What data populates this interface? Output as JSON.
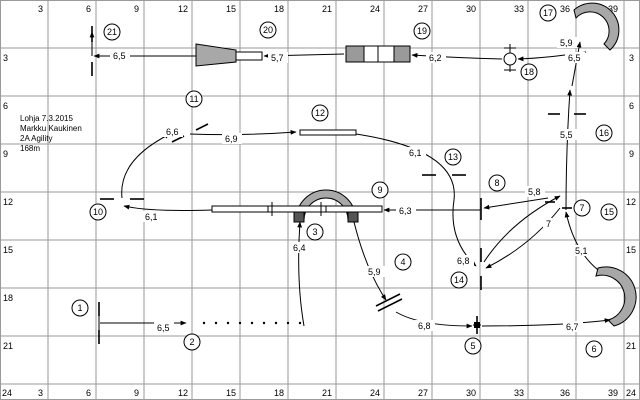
{
  "ruler": {
    "top": [
      "3",
      "6",
      "9",
      "12",
      "15",
      "18",
      "21",
      "24",
      "27",
      "30",
      "33",
      "36",
      "39"
    ],
    "bottom": [
      "24",
      "3",
      "6",
      "9",
      "12",
      "15",
      "18",
      "21",
      "24",
      "27",
      "30",
      "33",
      "36",
      "39",
      "24"
    ],
    "left": [
      "3",
      "6",
      "9",
      "12",
      "15",
      "18",
      "21"
    ]
  },
  "course_info": {
    "place_date": "Lohja 7.3.2015",
    "judge": "Markku Kaukinen",
    "class": "2A Agility",
    "length": "168m"
  },
  "obstacle_numbers": [
    "1",
    "2",
    "3",
    "4",
    "5",
    "6",
    "7",
    "8",
    "9",
    "10",
    "11",
    "12",
    "13",
    "14",
    "15",
    "16",
    "17",
    "18",
    "19",
    "20",
    "21"
  ],
  "distances": [
    "6,5",
    "6,4",
    "5,9",
    "6,8",
    "6,7",
    "5,1",
    "7",
    "5,8",
    "6,8",
    "6,3",
    "6,1",
    "6,1",
    "6,6",
    "6,9",
    "5,5",
    "5,9",
    "6,5",
    "6,2",
    "5,7",
    "6,5"
  ]
}
